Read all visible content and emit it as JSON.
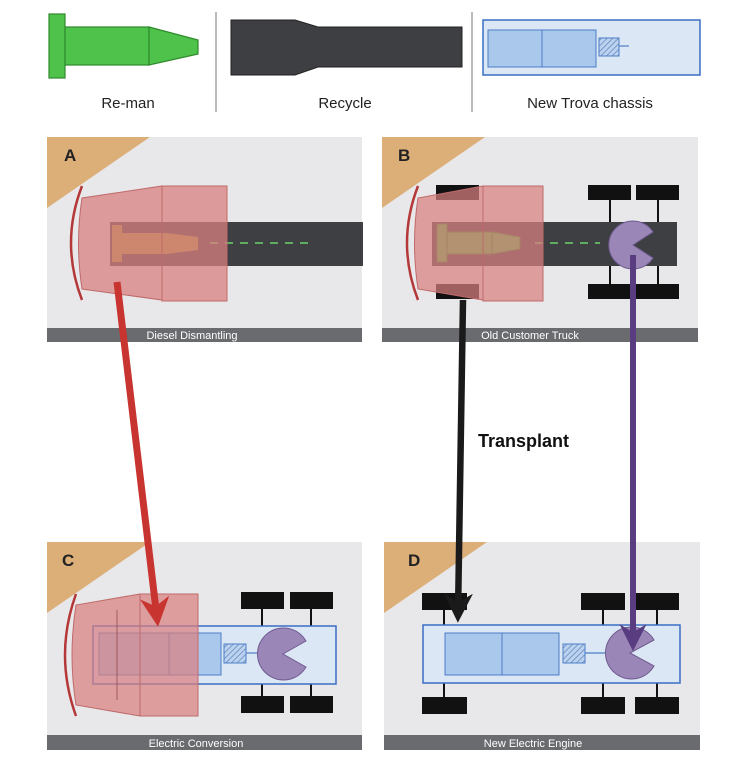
{
  "legend": {
    "reman_label": "Re-man",
    "recycle_label": "Recycle",
    "chassis_label": "New Trova chassis"
  },
  "panels": {
    "a": {
      "letter": "A",
      "caption": "Diesel Dismantling"
    },
    "b": {
      "letter": "B",
      "caption": "Old Customer Truck"
    },
    "c": {
      "letter": "C",
      "caption": "Electric Conversion"
    },
    "d": {
      "letter": "D",
      "caption": "New Electric Engine"
    }
  },
  "arrows": {
    "transplant_label": "Transplant"
  },
  "colors": {
    "reman_green": "#4ec24a",
    "recycle_gray": "#3d3f42",
    "chassis_blue": "#a9c8ec",
    "cab_pink": "#d98080",
    "motor_purple": "#9b86b8",
    "corner_tan": "#dcae78",
    "arrow_red": "#c8342f",
    "arrow_black": "#1a1a1a",
    "arrow_purple": "#5a3d80"
  }
}
